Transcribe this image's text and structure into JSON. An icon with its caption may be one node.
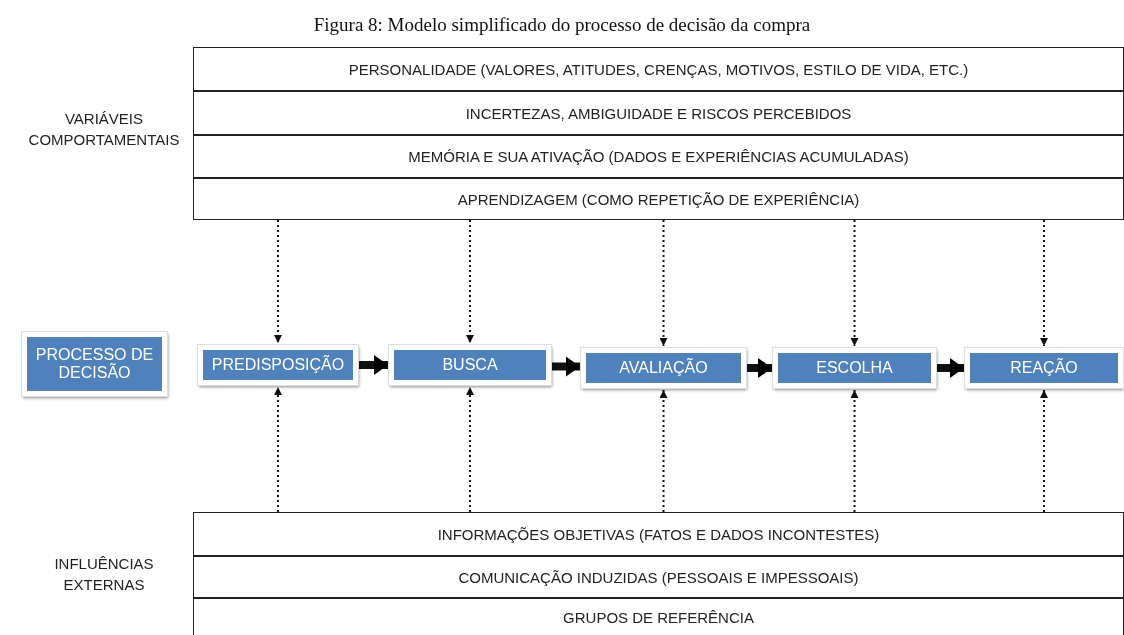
{
  "diagram": {
    "title": "Figura 8: Modelo simplificado do processo de decisão da compra",
    "nodes": [
      {
        "text": [
          "PERSONALIDADE (VALORES, ATITUDES, CRENÇAS, MOTIVOS, ESTILO DE VIDA, ETC.)"
        ]
      },
      {
        "text": [
          "INCERTEZAS, AMBIGUIDADE E RISCOS PERCEBIDOS"
        ]
      },
      {
        "text": [
          "MEMÓRIA E SUA ATIVAÇÃO (DADOS E EXPERIÊNCIAS ACUMULADAS)"
        ]
      },
      {
        "text": [
          "APRENDIZAGEM (COMO REPETIÇÃO DE EXPERIÊNCIA)"
        ]
      },
      {
        "text": [
          "PROCESSO DE DECISÃO"
        ]
      },
      {
        "text": [
          "PREDISPOSIÇÃO"
        ]
      },
      {
        "text": [
          "BUSCA"
        ]
      },
      {
        "text": [
          "AVALIAÇÃO"
        ]
      },
      {
        "text": [
          "ESCOLHA"
        ]
      },
      {
        "text": [
          "REAÇÃO"
        ]
      },
      {
        "text": [
          "INFORMAÇÕES OBJETIVAS (FATOS E DADOS INCONTESTES)"
        ]
      },
      {
        "text": [
          "COMUNICAÇÃO INDUZIDAS (PESSOAIS E IMPESSOAIS)"
        ]
      },
      {
        "text": [
          "GRUPOS DE REFERÊNCIA"
        ]
      }
    ],
    "edges": [
      {
        "from": 3,
        "to": 5,
        "arrow": "to",
        "style": "dashed"
      },
      {
        "from": 3,
        "to": 6,
        "arrow": "to",
        "style": "dashed"
      },
      {
        "from": 3,
        "to": 7,
        "arrow": "to",
        "style": "dashed"
      },
      {
        "from": 3,
        "to": 8,
        "arrow": "to",
        "style": "dashed"
      },
      {
        "from": 3,
        "to": 9,
        "arrow": "to",
        "style": "dashed"
      },
      {
        "from": 5,
        "to": 6,
        "arrow": "to",
        "style": "thick"
      },
      {
        "from": 6,
        "to": 7,
        "arrow": "to",
        "style": "thick"
      },
      {
        "from": 7,
        "to": 8,
        "arrow": "to",
        "style": "thick"
      },
      {
        "from": 8,
        "to": 9,
        "arrow": "to",
        "style": "thick"
      },
      {
        "from": 10,
        "to": 5,
        "arrow": "to",
        "style": "dashed"
      },
      {
        "from": 10,
        "to": 6,
        "arrow": "to",
        "style": "dashed"
      },
      {
        "from": 10,
        "to": 7,
        "arrow": "to",
        "style": "dashed"
      },
      {
        "from": 10,
        "to": 8,
        "arrow": "to",
        "style": "dashed"
      },
      {
        "from": 10,
        "to": 9,
        "arrow": "to",
        "style": "dashed"
      }
    ],
    "labels": [
      "VARIÁVEIS COMPORTAMENTAIS",
      "INFLUÊNCIAS EXTERNAS"
    ]
  }
}
